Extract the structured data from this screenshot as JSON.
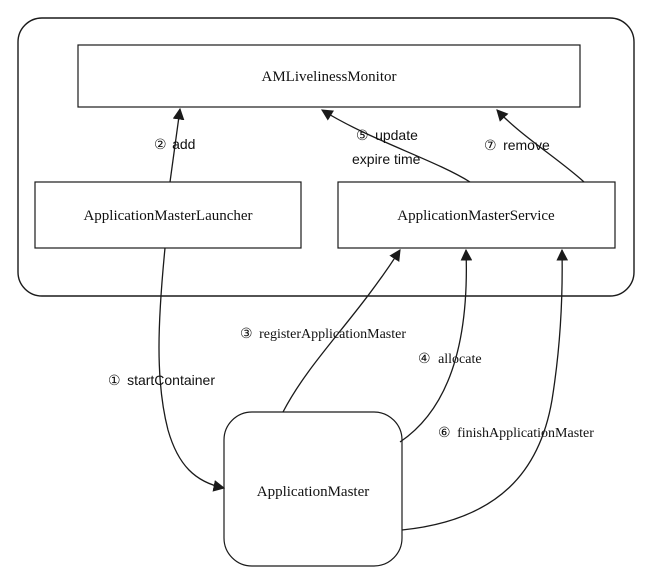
{
  "nodes": {
    "monitor": "AMLivelinessMonitor",
    "launcher": "ApplicationMasterLauncher",
    "service": "ApplicationMasterService",
    "master": "ApplicationMaster"
  },
  "edges": {
    "add": {
      "number": "②",
      "label": "add"
    },
    "update": {
      "number": "⑤",
      "label_line1": "update",
      "label_line2": "expire time"
    },
    "remove": {
      "number": "⑦",
      "label": "remove"
    },
    "register": {
      "number": "③",
      "label": "registerApplicationMaster"
    },
    "allocate": {
      "number": "④",
      "label": "allocate"
    },
    "start": {
      "number": "①",
      "label": "startContainer"
    },
    "finish": {
      "number": "⑥",
      "label": "finishApplicationMaster"
    }
  }
}
